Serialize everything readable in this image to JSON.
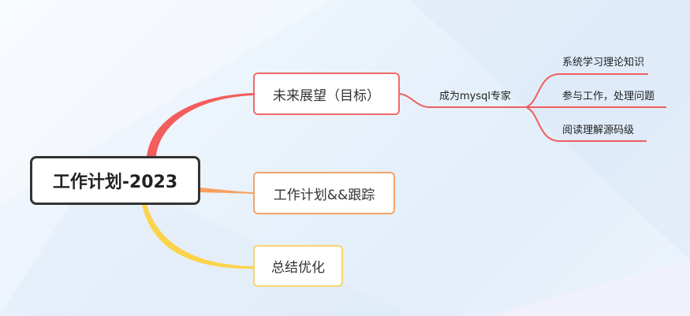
{
  "mindmap": {
    "root": {
      "label": "工作计划-2023"
    },
    "branches": [
      {
        "label": "未来展望（目标）",
        "color": "#ef5f5f",
        "children": [
          {
            "label": "成为mysql专家",
            "children": [
              {
                "label": "系统学习理论知识"
              },
              {
                "label": "参与工作，处理问题"
              },
              {
                "label": "阅读理解源码级"
              }
            ]
          }
        ]
      },
      {
        "label": "工作计划&&跟踪",
        "color": "#f29c5c"
      },
      {
        "label": "总结优化",
        "color": "#f7d65a"
      }
    ]
  }
}
